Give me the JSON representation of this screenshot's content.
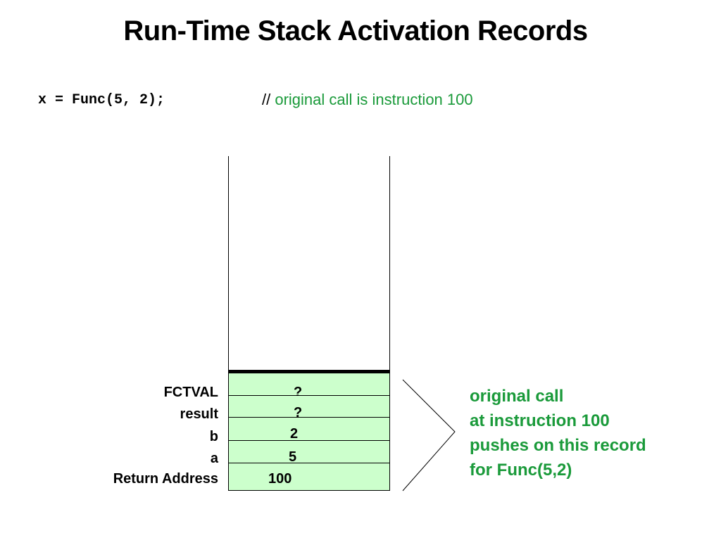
{
  "title": "Run-Time Stack Activation Records",
  "code": {
    "statement": "x = Func(5, 2);",
    "comment_prefix": "//",
    "comment_text": "original call is instruction 100"
  },
  "record": {
    "rows": [
      {
        "label": "FCTVAL",
        "value": "?"
      },
      {
        "label": "result",
        "value": "?"
      },
      {
        "label": "b",
        "value": "2"
      },
      {
        "label": "a",
        "value": "5"
      },
      {
        "label": "Return Address",
        "value": "100"
      }
    ]
  },
  "annotation": {
    "lines": [
      "original call",
      "at instruction 100",
      "pushes on this record",
      "for Func(5,2)"
    ]
  },
  "colors": {
    "record_fill": "#ccffcc",
    "annotation_text": "#1a9a3a"
  }
}
